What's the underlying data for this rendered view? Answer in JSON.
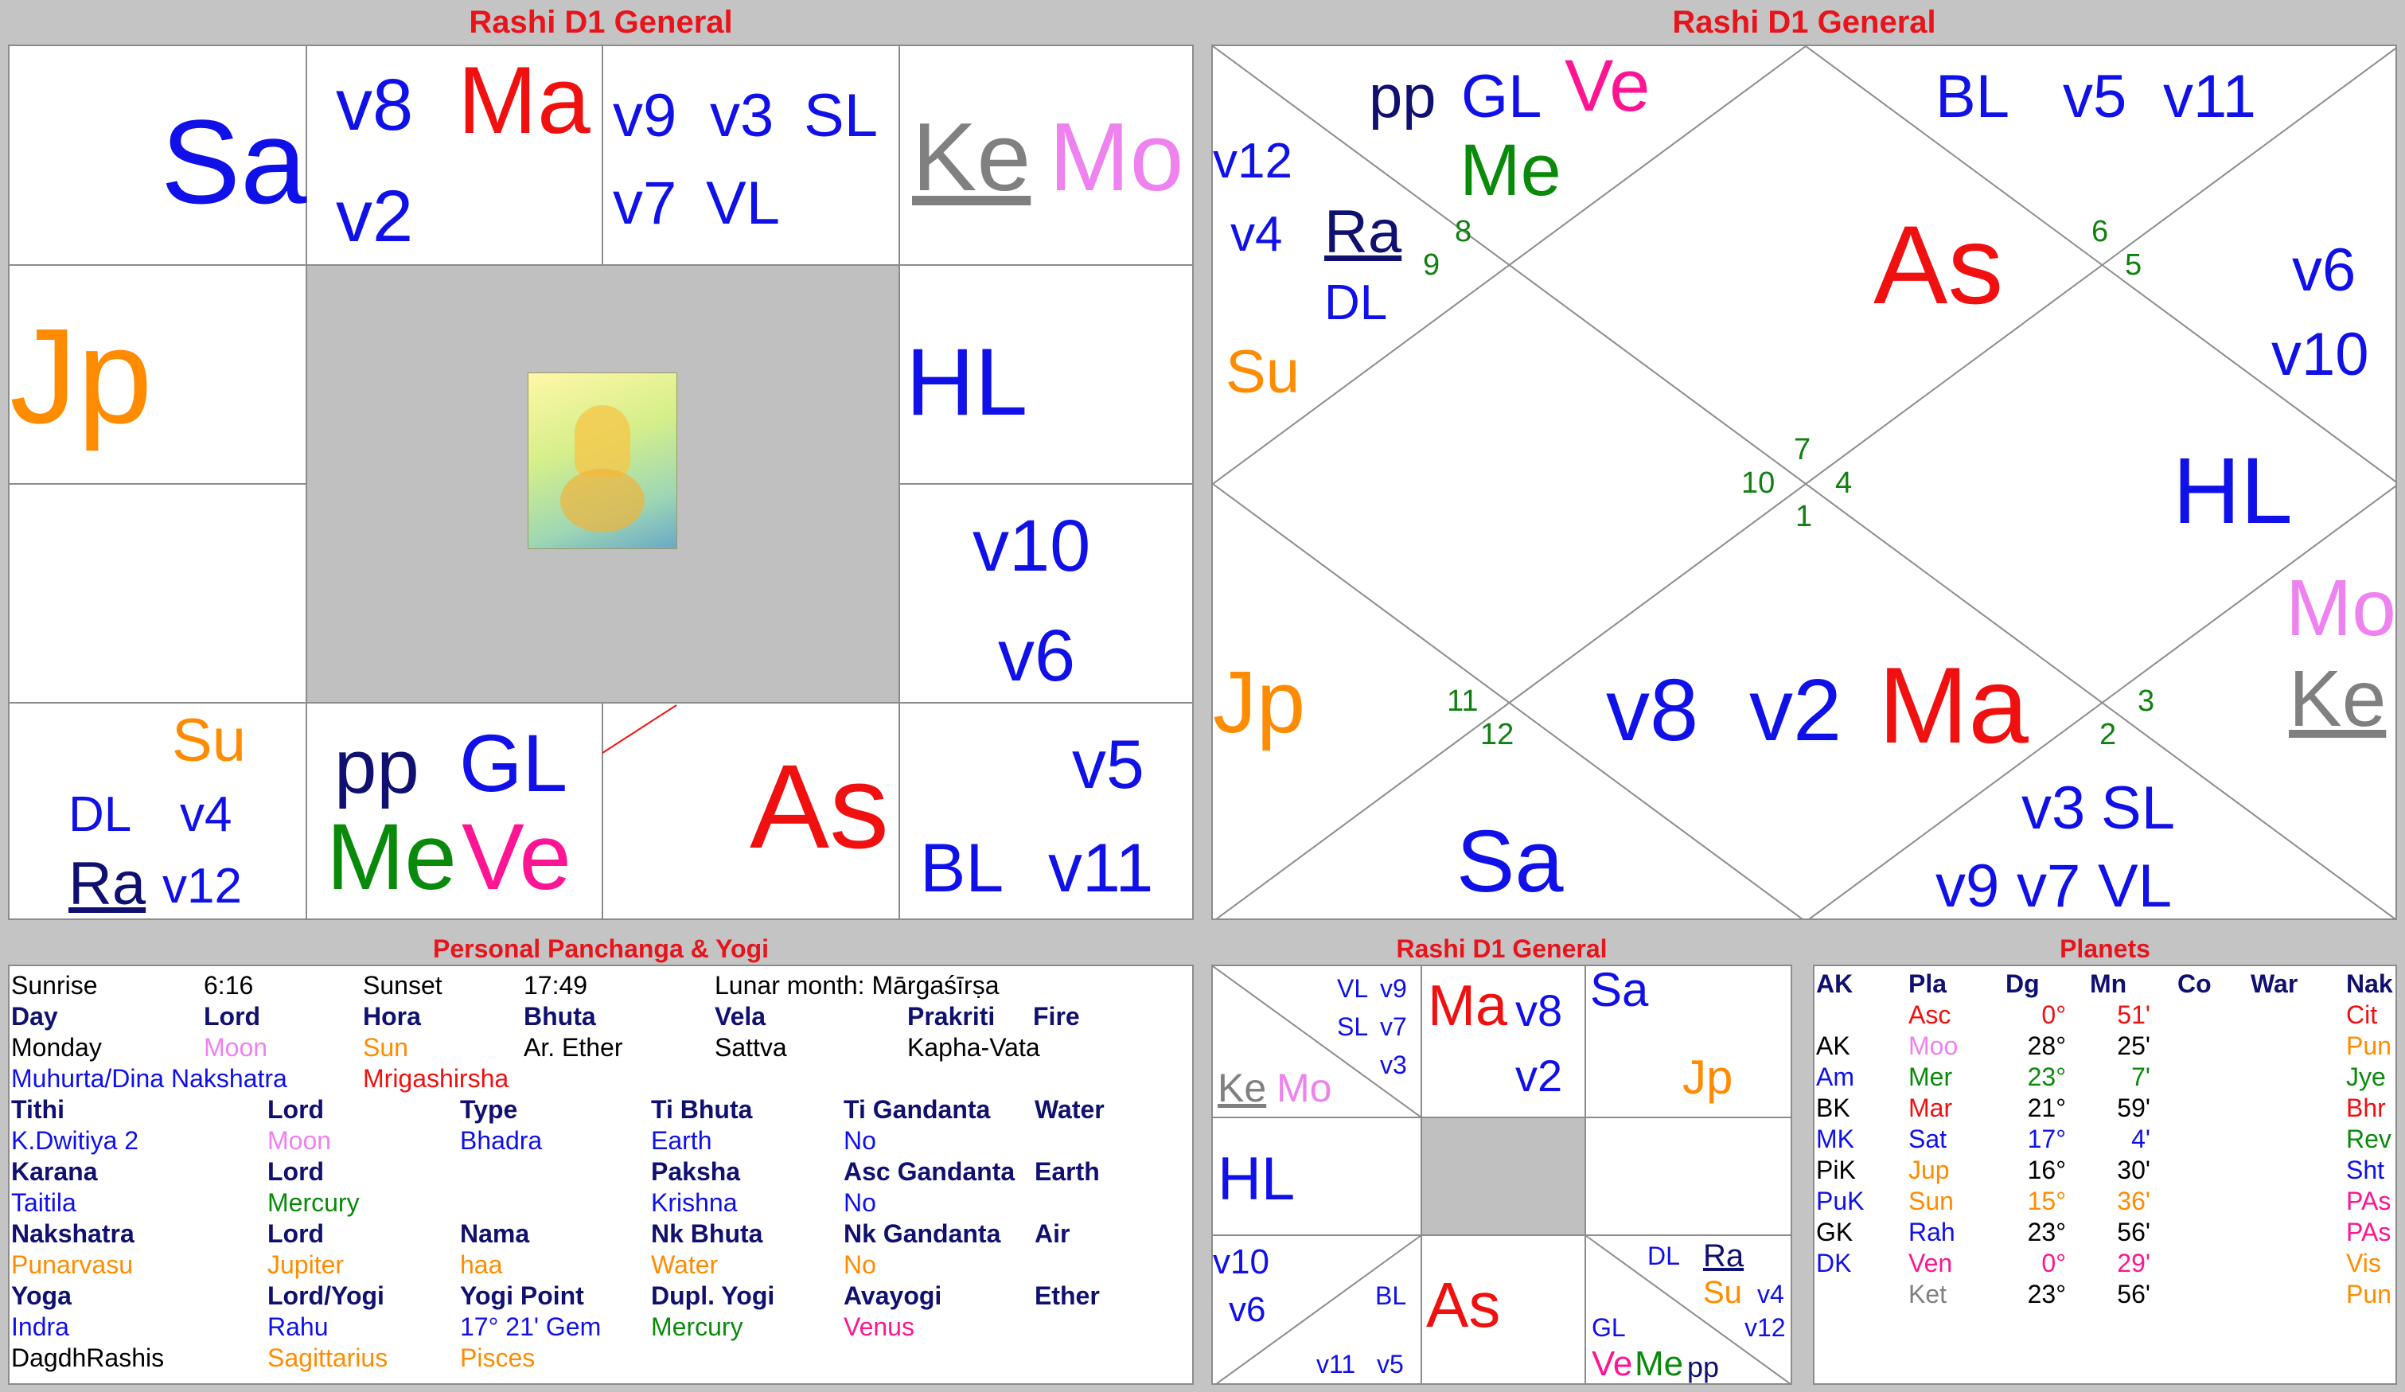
{
  "titles": {
    "d1_south": "Rashi D1 General",
    "d1_north": "Rashi D1 General",
    "panchanga": "Personal Panchanga & Yogi",
    "d1_small": "Rashi D1 General",
    "planets": "Planets"
  },
  "south": {
    "pisces": "Sa",
    "aries1": "v8",
    "aries2": "Ma",
    "aries3": "v2",
    "taurus1": "v9",
    "taurus2": "v3",
    "taurus3": "SL",
    "taurus4": "v7",
    "taurus5": "VL",
    "gemini1": "Ke",
    "gemini2": "Mo",
    "aquarius": "Jp",
    "cancer": "HL",
    "leo1": "v10",
    "leo2": "v6",
    "cap1": "Su",
    "cap2": "DL",
    "cap3": "v4",
    "cap4": "Ra",
    "cap5": "v12",
    "sag1": "pp",
    "sag2": "GL",
    "sag3": "Me",
    "sag4": "Ve",
    "scorpio": "As",
    "virgo1": "v5",
    "virgo2": "BL",
    "virgo3": "v11"
  },
  "north": {
    "h1": "As",
    "h2a": "pp",
    "h2b": "GL",
    "h2c": "Ve",
    "h2d": "Me",
    "h3a": "v12",
    "h3b": "v4",
    "h3c": "Ra",
    "h3d": "DL",
    "h3e": "Su",
    "h11a": "BL",
    "h11b": "v5",
    "h11c": "v11",
    "h12a": "v6",
    "h12b": "v10",
    "h10": "HL",
    "h9a": "Mo",
    "h9b": "Ke",
    "h5": "Jp",
    "h7a": "v8",
    "h7b": "v2",
    "h7c": "Ma",
    "h6": "Sa",
    "h8a": "v3",
    "h8b": "SL",
    "h8c": "v9",
    "h8d": "v7",
    "h8e": "VL",
    "n1": "1",
    "n2": "2",
    "n3": "3",
    "n4": "4",
    "n5": "5",
    "n6": "6",
    "n7": "7",
    "n8": "8",
    "n9": "9",
    "n10": "10",
    "n11": "11",
    "n12": "12"
  },
  "small": {
    "t1": "VL",
    "t2": "v9",
    "t3": "SL",
    "t4": "v7",
    "t5": "v3",
    "t6": "Ke",
    "t7": "Mo",
    "t8": "Ma",
    "t9": "v8",
    "t10": "v2",
    "t11": "Sa",
    "t12": "Jp",
    "t13": "HL",
    "t14": "v10",
    "t15": "v6",
    "t16": "BL",
    "t17": "v11",
    "t18": "v5",
    "t19": "As",
    "t20": "DL",
    "t21": "Ra",
    "t22": "Su",
    "t23": "v4",
    "t24": "GL",
    "t25": "v12",
    "t26": "Ve",
    "t27": "Me",
    "t28": "pp"
  },
  "panchanga": {
    "r0": [
      "Sunrise",
      "6:16",
      "Sunset",
      "17:49",
      "Lunar month: Mārgaśīrṣa"
    ],
    "r1": [
      "Day",
      "Lord",
      "Hora",
      "Bhuta",
      "Vela",
      "Prakriti",
      "Fire"
    ],
    "r2": [
      "Monday",
      "Moon",
      "Sun",
      "Ar. Ether",
      "Sattva",
      "Kapha-Vata"
    ],
    "r3": [
      "Muhurta/Dina Nakshatra",
      "Mrigashirsha"
    ],
    "r4": [
      "Tithi",
      "Lord",
      "Type",
      "Ti Bhuta",
      "Ti Gandanta",
      "Water"
    ],
    "r5": [
      "K.Dwitiya 2",
      "Moon",
      "Bhadra",
      "Earth",
      "No"
    ],
    "r6": [
      "Karana",
      "Lord",
      "Paksha",
      "Asc Gandanta",
      "Earth"
    ],
    "r7": [
      "Taitila",
      "Mercury",
      "Krishna",
      "No"
    ],
    "r8": [
      "Nakshatra",
      "Lord",
      "Nama",
      "Nk Bhuta",
      "Nk Gandanta",
      "Air"
    ],
    "r9": [
      "Punarvasu",
      "Jupiter",
      "haa",
      "Water",
      "No"
    ],
    "r10": [
      "Yoga",
      "Lord/Yogi",
      "Yogi Point",
      "Dupl. Yogi",
      "Avayogi",
      "Ether"
    ],
    "r11": [
      "Indra",
      "Rahu",
      "17° 21' Gem",
      "Mercury",
      "Venus"
    ],
    "r12": [
      "DagdhRashis",
      "Sagittarius",
      "Pisces"
    ]
  },
  "planets": {
    "headers": [
      "AK",
      "Pla",
      "Dg",
      "Mn",
      "Co",
      "War",
      "Nak"
    ],
    "rows": [
      [
        "",
        "Asc",
        "0°",
        "51'",
        "Cit"
      ],
      [
        "AK",
        "Moo",
        "28°",
        "25'",
        "Pun"
      ],
      [
        "Am",
        "Mer",
        "23°",
        "7'",
        "Jye"
      ],
      [
        "BK",
        "Mar",
        "21°",
        "59'",
        "Bhr"
      ],
      [
        "MK",
        "Sat",
        "17°",
        "4'",
        "Rev"
      ],
      [
        "PiK",
        "Jup",
        "16°",
        "30'",
        "Sht"
      ],
      [
        "PuK",
        "Sun",
        "15°",
        "36'",
        "PAs"
      ],
      [
        "GK",
        "Rah",
        "23°",
        "56'",
        "PAs"
      ],
      [
        "DK",
        "Ven",
        "0°",
        "29'",
        "Vis"
      ],
      [
        "",
        "Ket",
        "23°",
        "56'",
        "Pun"
      ]
    ],
    "colors": [
      "#f01010",
      "#ee82ee",
      "#0a8a0a",
      "#f01010",
      "#1010e8",
      "#ff8c00",
      "#ff8c00",
      "#1010e8",
      "#ff1493",
      "#808080"
    ],
    "akcolors": [
      "#000",
      "#000",
      "#1010e8",
      "#000",
      "#1010e8",
      "#000",
      "#1010e8",
      "#000",
      "#1010e8",
      "#000"
    ],
    "nakcolors": [
      "#f01010",
      "#ff8c00",
      "#0a8a0a",
      "#f01010",
      "#0a8a0a",
      "#1010e8",
      "#ff1493",
      "#ff1493",
      "#ff8c00",
      "#ff8c00"
    ]
  }
}
